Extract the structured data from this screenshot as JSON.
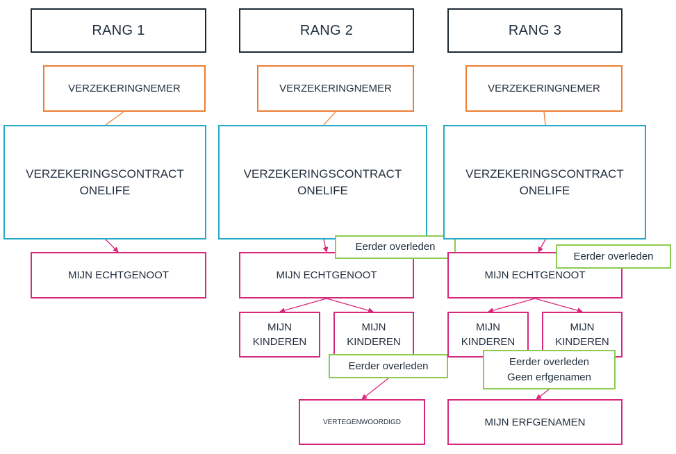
{
  "columns": [
    {
      "header": "RANG 1",
      "holder": "VERZEKERINGNEMER",
      "contract": "VERZEKERINGSCONTRACT\nONELIFE",
      "spouse": "MIJN ECHTGENOOT"
    },
    {
      "header": "RANG 2",
      "holder": "VERZEKERINGNEMER",
      "contract": "VERZEKERINGSCONTRACT\nONELIFE",
      "spouse": "MIJN ECHTGENOOT",
      "spouse_note": "Eerder overleden",
      "children": [
        "MIJN\nKINDEREN",
        "MIJN\nKINDEREN"
      ],
      "children_note": "Eerder overleden",
      "final": "VERTEGENWOORDIGD"
    },
    {
      "header": "RANG 3",
      "holder": "VERZEKERINGNEMER",
      "contract": "VERZEKERINGSCONTRACT\nONELIFE",
      "spouse": "MIJN ECHTGENOOT",
      "spouse_note": "Eerder overleden",
      "children": [
        "MIJN\nKINDEREN",
        "MIJN\nKINDEREN"
      ],
      "children_note": "Eerder overleden\nGeen erfgenamen",
      "final": "MIJN ERFGENAMEN"
    }
  ],
  "colors": {
    "header_border": "#1e2a33",
    "holder_border": "#ec7d31",
    "contract_border": "#27a9c6",
    "beneficiary_border": "#d6287d",
    "note_border": "#8ccb4f"
  }
}
